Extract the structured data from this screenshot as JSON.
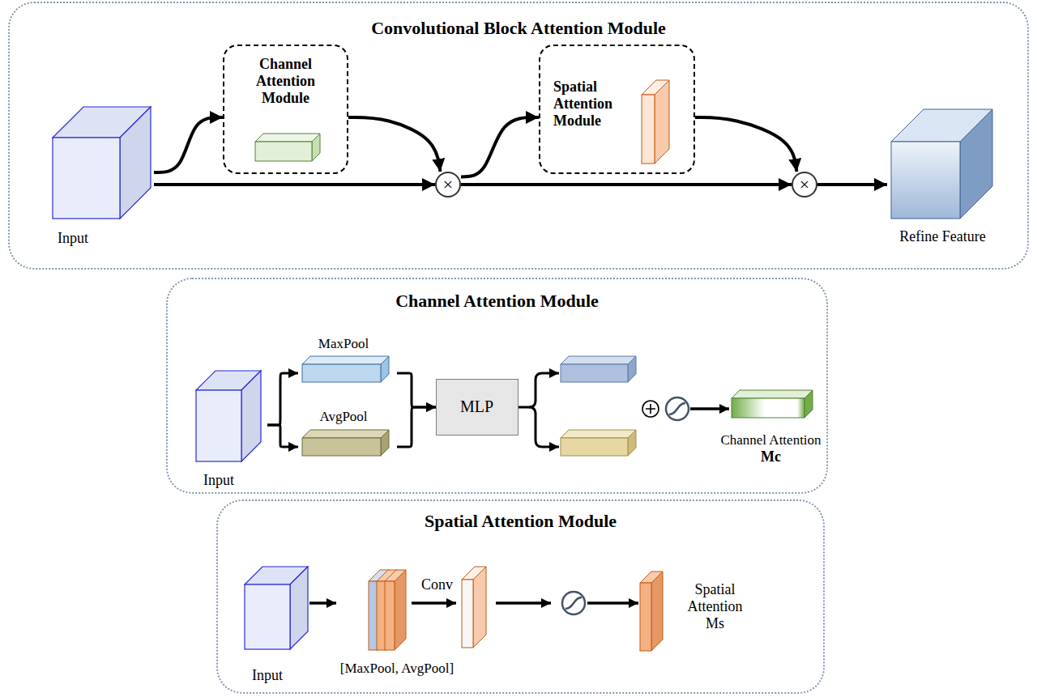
{
  "diagram": {
    "nodes": [
      {
        "text": [
          "Convolutional Block Attention Module"
        ]
      },
      {
        "text": [
          "Input"
        ],
        "in": 0
      },
      {
        "text": [
          "Channel Attention Module"
        ],
        "in": 0
      },
      {
        "text": [
          "×"
        ],
        "in": 0
      },
      {
        "text": [
          "Spatial Attention Module"
        ],
        "in": 0
      },
      {
        "text": [
          "×"
        ],
        "in": 0
      },
      {
        "text": [
          "Refine Feature"
        ],
        "in": 0
      },
      {
        "text": [
          "Channel Attention Module"
        ]
      },
      {
        "text": [
          "Input"
        ],
        "in": 7
      },
      {
        "text": [
          "MaxPool"
        ],
        "in": 7
      },
      {
        "text": [
          "AvgPool"
        ],
        "in": 7
      },
      {
        "text": [
          "MLP"
        ],
        "in": 7
      },
      {
        "text": [
          "Channel Attention",
          "Mc"
        ],
        "in": 7
      },
      {
        "text": [
          "Spatial Attention Module"
        ]
      },
      {
        "text": [
          "Input"
        ],
        "in": 13
      },
      {
        "text": [
          "[MaxPool, AvgPool]"
        ],
        "in": 13
      },
      {
        "text": [
          "Spatial Attention",
          "Ms"
        ],
        "in": 13
      }
    ],
    "edges": [
      {
        "from": 1,
        "to": 2,
        "arrow": "to"
      },
      {
        "from": 1,
        "to": 3,
        "arrow": "to"
      },
      {
        "from": 2,
        "to": 3,
        "arrow": "to"
      },
      {
        "from": 3,
        "to": 4,
        "arrow": "to"
      },
      {
        "from": 3,
        "to": 5,
        "arrow": "to"
      },
      {
        "from": 4,
        "to": 5,
        "arrow": "to"
      },
      {
        "from": 5,
        "to": 6,
        "arrow": "to"
      },
      {
        "from": 8,
        "to": 9,
        "arrow": "to"
      },
      {
        "from": 8,
        "to": 10,
        "arrow": "to"
      },
      {
        "from": 9,
        "to": 11,
        "arrow": "to"
      },
      {
        "from": 10,
        "to": 11,
        "arrow": "to"
      },
      {
        "from": 14,
        "to": 15,
        "arrow": "to"
      }
    ],
    "labels": [
      "Conv"
    ]
  }
}
